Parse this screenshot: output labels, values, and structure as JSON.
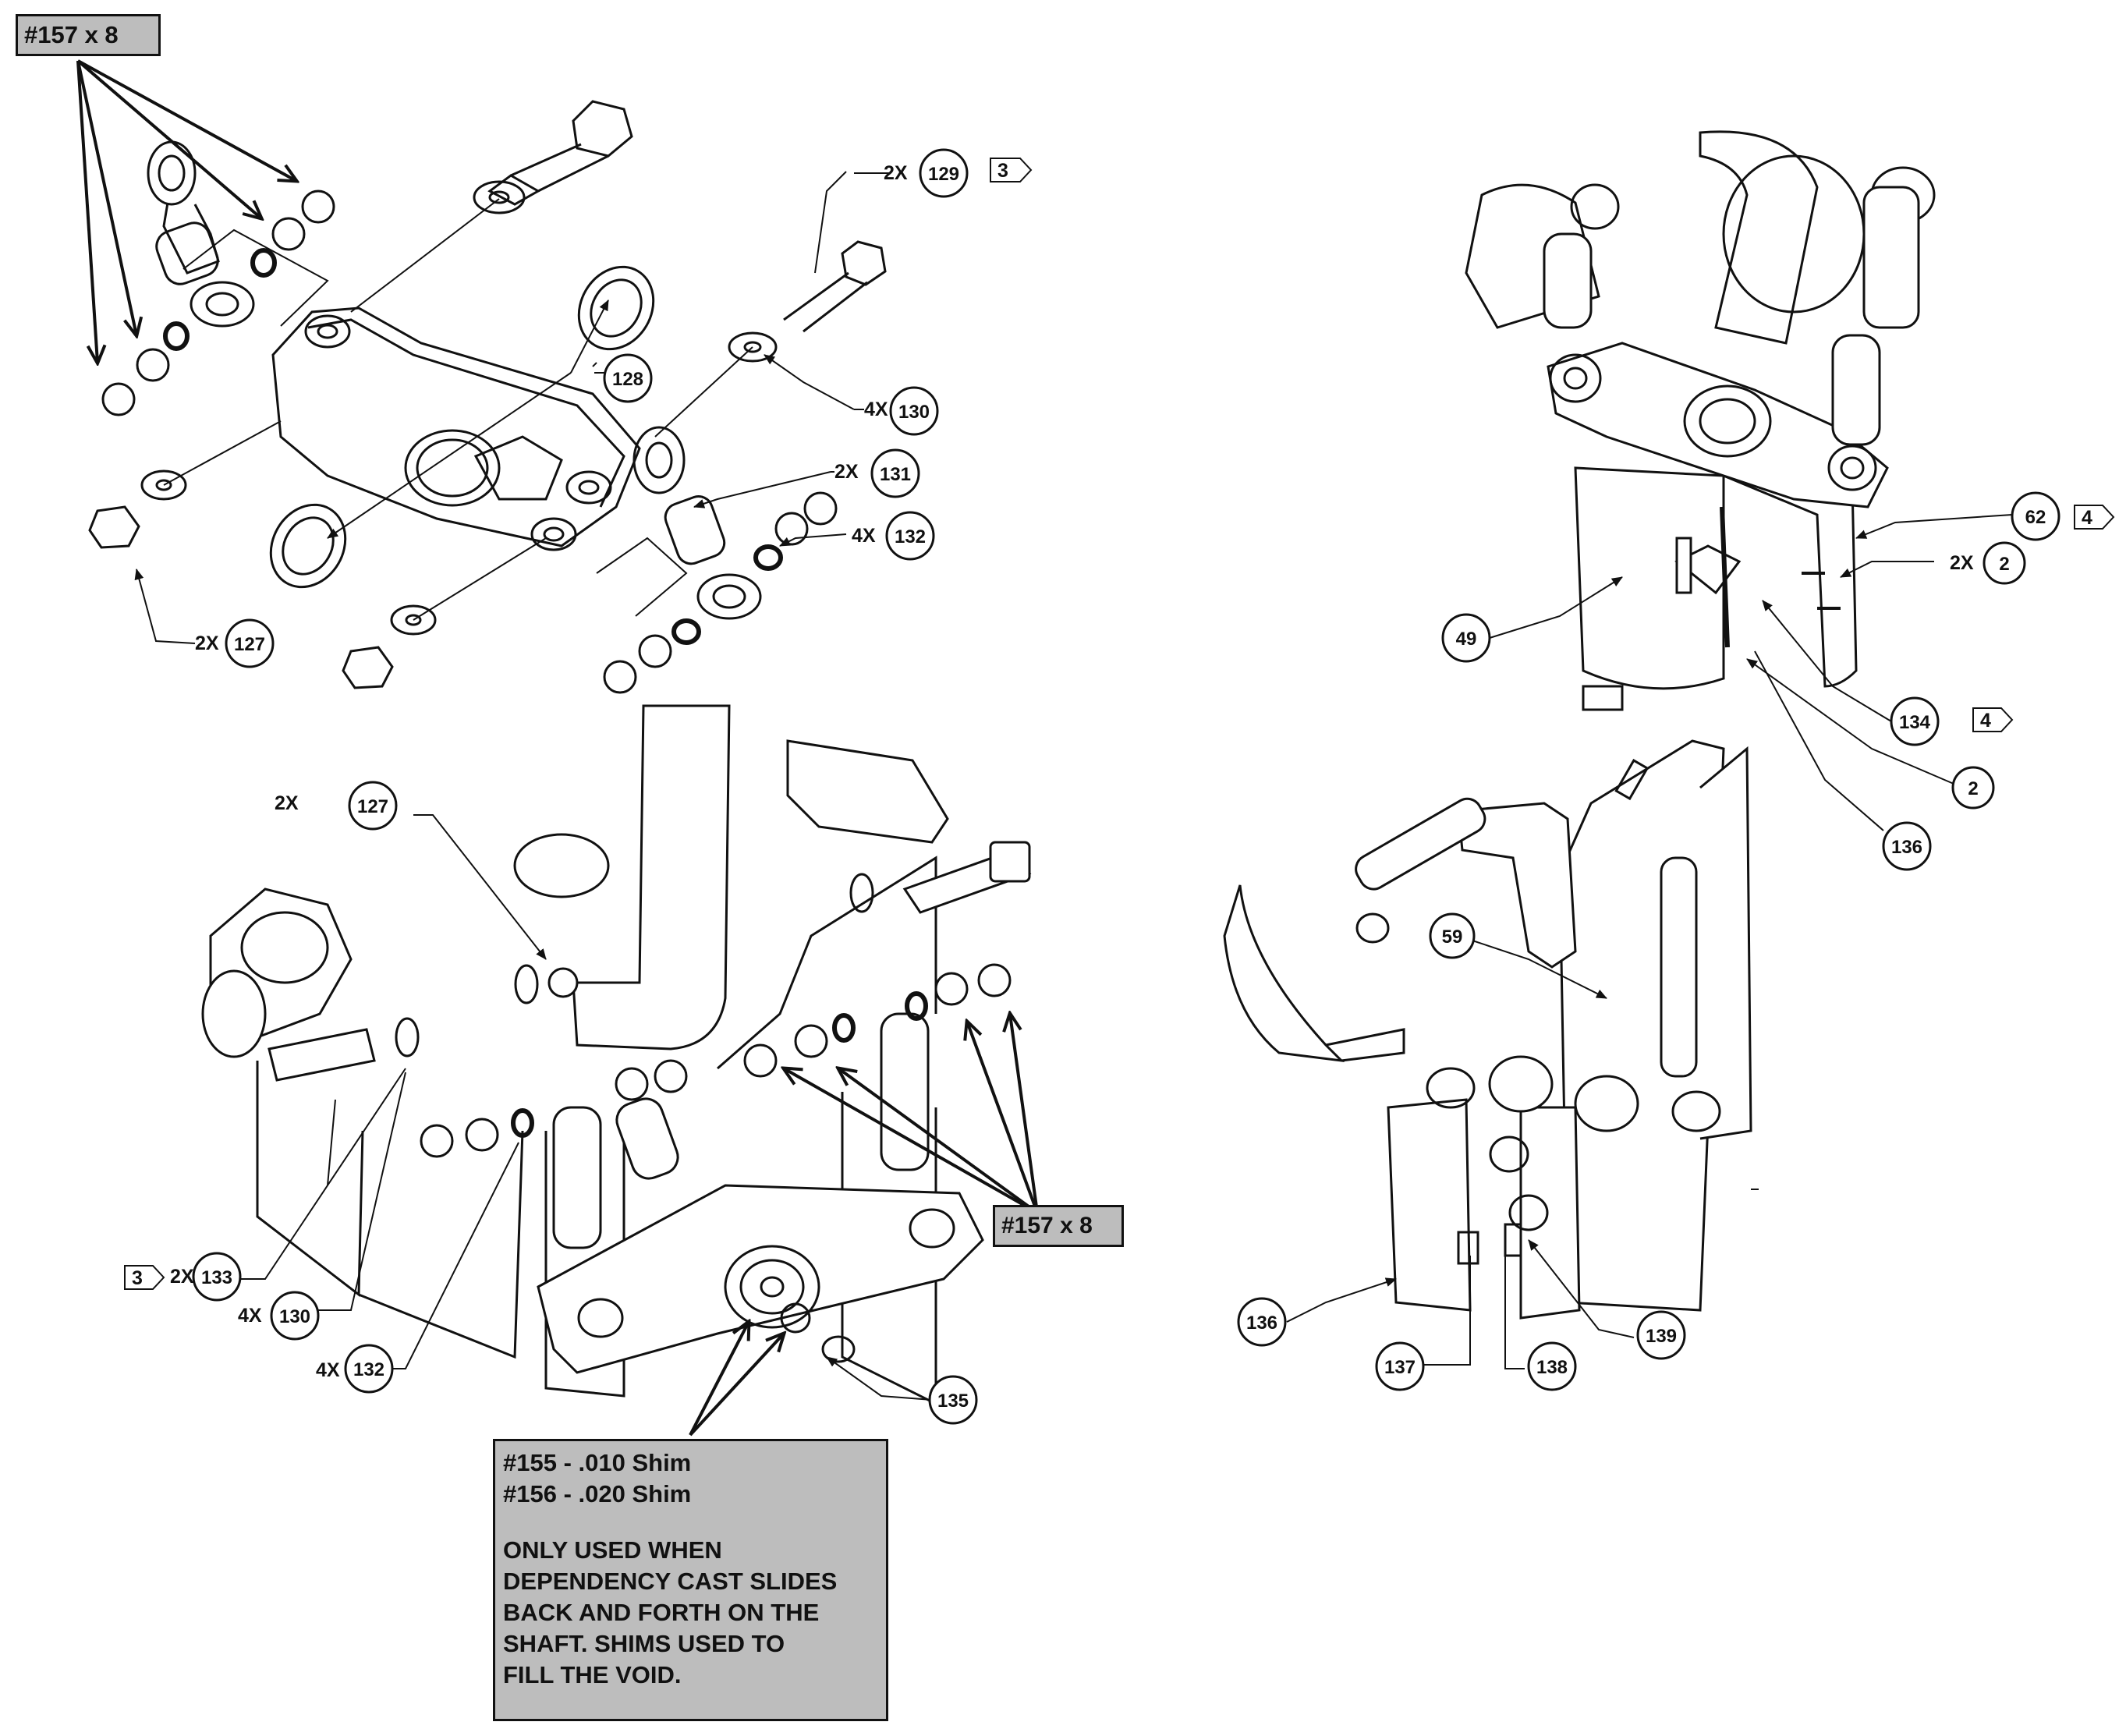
{
  "notes": {
    "top_left": "#157 x 8",
    "middle": "#157 x 8",
    "shim_line1": "#155 - .010 Shim",
    "shim_line2": "#156 - .020 Shim",
    "shim_line3": "ONLY USED WHEN",
    "shim_line4": "DEPENDENCY CAST SLIDES",
    "shim_line5": "BACK AND FORTH ON THE",
    "shim_line6": "SHAFT. SHIMS USED TO",
    "shim_line7": "FILL THE VOID."
  },
  "callouts": {
    "c129": {
      "num": "129",
      "qty": "2X"
    },
    "c130a": {
      "num": "130",
      "qty": "4X"
    },
    "c131": {
      "num": "131",
      "qty": "2X"
    },
    "c132a": {
      "num": "132",
      "qty": "4X"
    },
    "c128": {
      "num": "128"
    },
    "c127a": {
      "num": "127",
      "qty": "2X"
    },
    "c127b": {
      "num": "127",
      "qty": "2X"
    },
    "c133": {
      "num": "133",
      "qty": "2X"
    },
    "c130b": {
      "num": "130",
      "qty": "4X"
    },
    "c132b": {
      "num": "132",
      "qty": "4X"
    },
    "c135": {
      "num": "135"
    },
    "c62": {
      "num": "62"
    },
    "c2a": {
      "num": "2",
      "qty": "2X"
    },
    "c49": {
      "num": "49"
    },
    "c134": {
      "num": "134"
    },
    "c2b": {
      "num": "2"
    },
    "c136a": {
      "num": "136"
    },
    "c59": {
      "num": "59"
    },
    "c136b": {
      "num": "136"
    },
    "c137": {
      "num": "137"
    },
    "c138": {
      "num": "138"
    },
    "c139": {
      "num": "139"
    }
  },
  "flags": {
    "f3a": "3",
    "f3b": "3",
    "f4a": "4",
    "f4b": "4"
  }
}
